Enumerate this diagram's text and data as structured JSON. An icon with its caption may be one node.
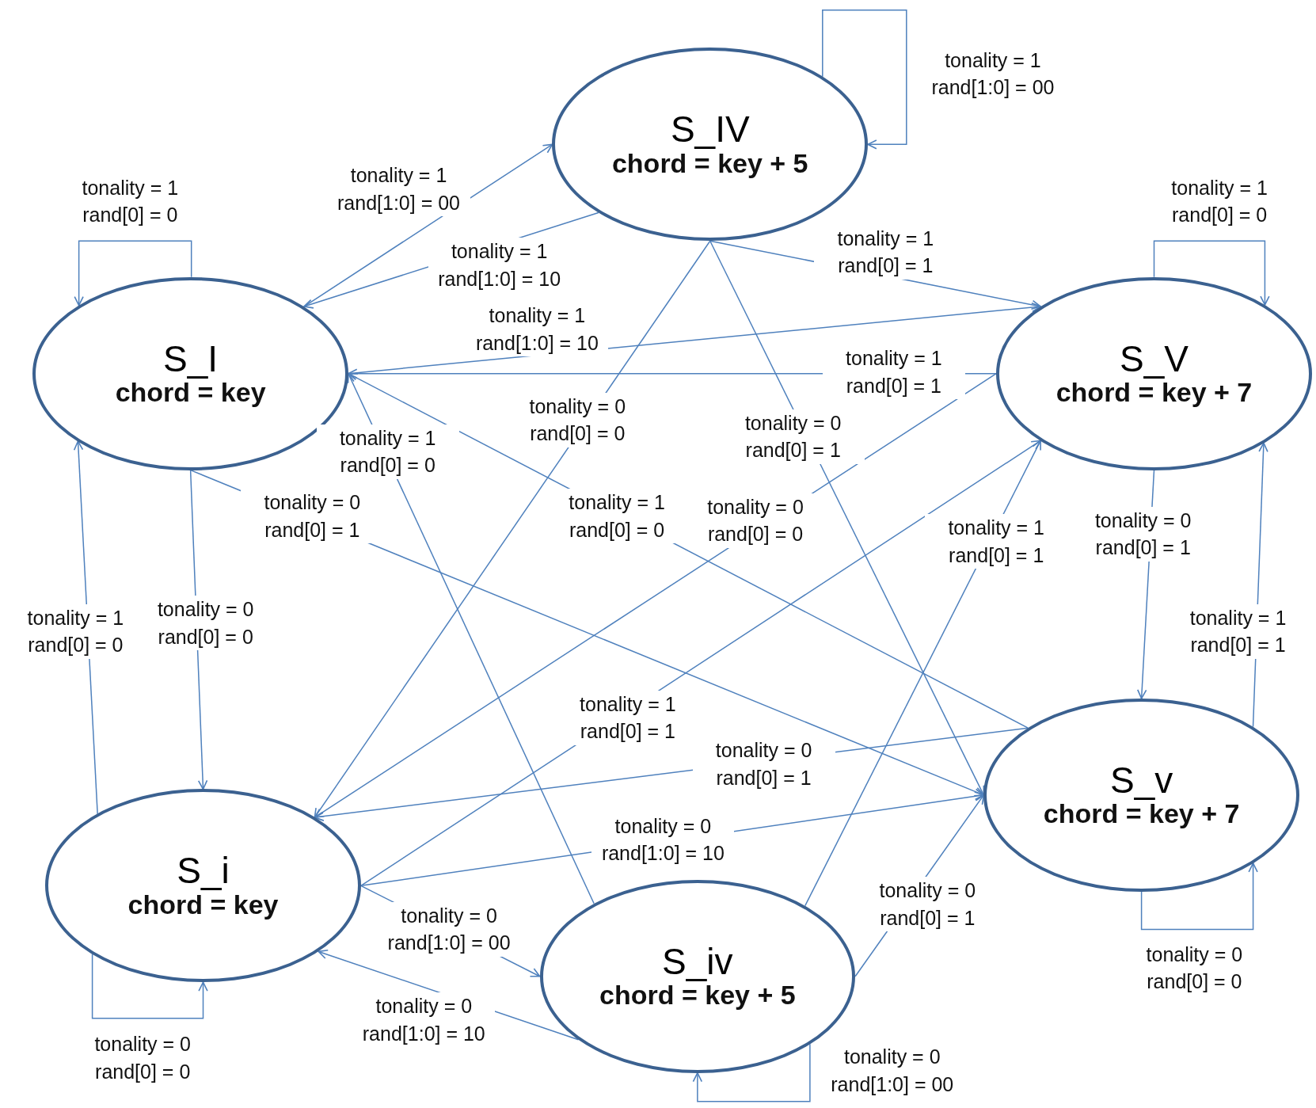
{
  "diagram": {
    "nodes": [
      {
        "text": [
          "S_IV",
          "chord = key + 5"
        ]
      },
      {
        "text": [
          "S_I",
          "chord = key"
        ]
      },
      {
        "text": [
          "S_V",
          "chord = key + 7"
        ]
      },
      {
        "text": [
          "S_v",
          "chord = key + 7"
        ]
      },
      {
        "text": [
          "S_i",
          "chord = key"
        ]
      },
      {
        "text": [
          "S_iv",
          "chord = key + 5"
        ]
      }
    ],
    "edges": [
      {
        "from": 1,
        "to": 1,
        "arrow": "to",
        "label": "tonality = 1 rand[0] = 0"
      },
      {
        "from": 1,
        "to": 0,
        "arrow": "to",
        "label": "tonality = 1 rand[1:0] = 00"
      },
      {
        "from": 0,
        "to": 1,
        "arrow": "to",
        "label": "tonality = 1 rand[1:0] = 10"
      },
      {
        "from": 1,
        "to": 2,
        "arrow": "to",
        "label": "tonality = 1 rand[1:0] = 10"
      },
      {
        "from": 2,
        "to": 1,
        "arrow": "to",
        "label": "tonality = 1 rand[0] = 1"
      },
      {
        "from": 0,
        "to": 2,
        "arrow": "to",
        "label": "tonality = 1 rand[0] = 1"
      },
      {
        "from": 2,
        "to": 2,
        "arrow": "to",
        "label": "tonality = 1 rand[0] = 0"
      },
      {
        "from": 0,
        "to": 0,
        "arrow": "to",
        "label": "tonality = 1 rand[1:0] = 00"
      },
      {
        "from": 0,
        "to": 4,
        "arrow": "to",
        "label": "tonality = 0 rand[0] = 0"
      },
      {
        "from": 2,
        "to": 4,
        "arrow": "to",
        "label": "tonality = 0 rand[0] = 0"
      },
      {
        "from": 5,
        "to": 1,
        "arrow": "to",
        "label": "tonality = 1 rand[0] = 0"
      },
      {
        "from": 1,
        "to": 3,
        "arrow": "to",
        "label": "tonality = 0 rand[0] = 1"
      },
      {
        "from": 3,
        "to": 1,
        "arrow": "to",
        "label": "tonality = 1 rand[0] = 0"
      },
      {
        "from": 0,
        "to": 3,
        "arrow": "to",
        "label": "tonality = 0 rand[0] = 1"
      },
      {
        "from": 5,
        "to": 2,
        "arrow": "to",
        "label": "tonality = 1 rand[0] = 1"
      },
      {
        "from": 2,
        "to": 3,
        "arrow": "to",
        "label": "tonality = 0 rand[0] = 1"
      },
      {
        "from": 4,
        "to": 1,
        "arrow": "to",
        "label": "tonality = 1 rand[0] = 0"
      },
      {
        "from": 1,
        "to": 4,
        "arrow": "to",
        "label": "tonality = 0 rand[0] = 0"
      },
      {
        "from": 3,
        "to": 2,
        "arrow": "to",
        "label": "tonality = 1 rand[0] = 1"
      },
      {
        "from": 4,
        "to": 2,
        "arrow": "to",
        "label": "tonality = 1 rand[0] = 1"
      },
      {
        "from": 3,
        "to": 4,
        "arrow": "to",
        "label": "tonality = 0 rand[0] = 1"
      },
      {
        "from": 4,
        "to": 3,
        "arrow": "to",
        "label": "tonality = 0 rand[1:0] = 10"
      },
      {
        "from": 4,
        "to": 5,
        "arrow": "to",
        "label": "tonality = 0 rand[1:0] = 00"
      },
      {
        "from": 5,
        "to": 4,
        "arrow": "to",
        "label": "tonality = 0 rand[1:0] = 10"
      },
      {
        "from": 5,
        "to": 3,
        "arrow": "to",
        "label": "tonality = 0 rand[0] = 1"
      },
      {
        "from": 5,
        "to": 5,
        "arrow": "to",
        "label": "tonality = 0 rand[1:0] = 00"
      },
      {
        "from": 4,
        "to": 4,
        "arrow": "to",
        "label": "tonality = 0 rand[0] = 0"
      },
      {
        "from": 3,
        "to": 3,
        "arrow": "to",
        "label": "tonality = 0 rand[0] = 0"
      }
    ]
  }
}
